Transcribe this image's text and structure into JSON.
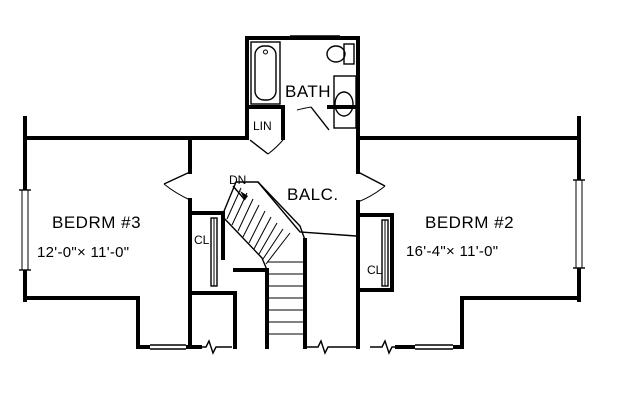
{
  "rooms": {
    "bath": "BATH",
    "balcony": "BALC.",
    "bedroom3": {
      "name": "BEDRM #3",
      "dims": "12'-0\"× 11'-0\""
    },
    "bedroom2": {
      "name": "BEDRM #2",
      "dims": "16'-4\"× 11'-0\""
    }
  },
  "labels": {
    "linen": "LIN",
    "closet_left": "CL",
    "closet_right": "CL",
    "stair_down": "DN"
  }
}
